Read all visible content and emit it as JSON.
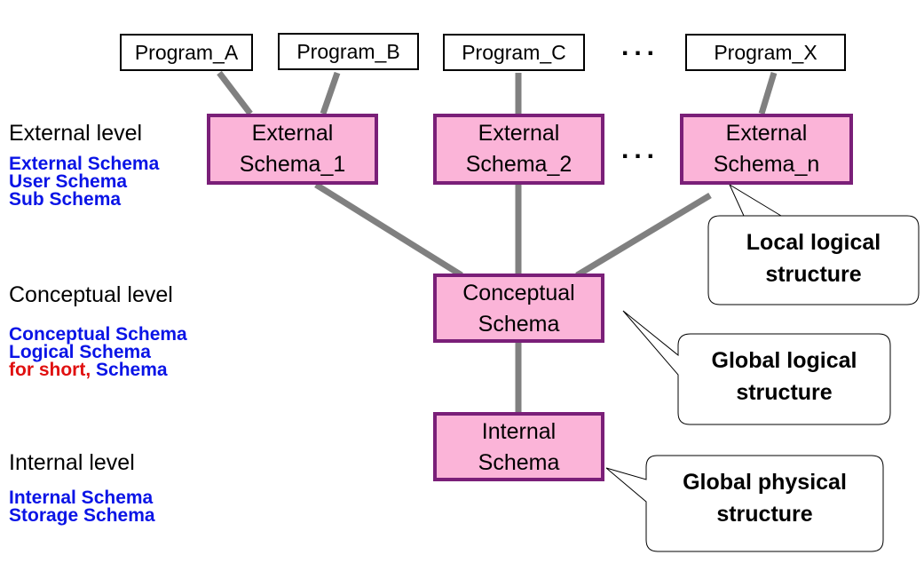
{
  "levels": {
    "external": {
      "label": "External level",
      "synonyms": [
        "External Schema",
        "User Schema",
        "Sub Schema"
      ]
    },
    "conceptual": {
      "label": "Conceptual level",
      "synonyms": [
        "Conceptual Schema",
        "Logical Schema"
      ],
      "short_prefix": "for short,",
      "short_name": "Schema"
    },
    "internal": {
      "label": "Internal level",
      "synonyms": [
        "Internal Schema",
        "Storage Schema"
      ]
    }
  },
  "programs": [
    "Program_A",
    "Program_B",
    "Program_C",
    "Program_X"
  ],
  "ellipsis": "...",
  "schemas": {
    "external_1": [
      "External",
      "Schema_1"
    ],
    "external_2": [
      "External",
      "Schema_2"
    ],
    "external_n": [
      "External",
      "Schema_n"
    ],
    "conceptual": [
      "Conceptual",
      "Schema"
    ],
    "internal": [
      "Internal",
      "Schema"
    ]
  },
  "callouts": {
    "local_logical": [
      "Local logical",
      "structure"
    ],
    "global_logical": [
      "Global logical",
      "structure"
    ],
    "global_physical": [
      "Global physical",
      "structure"
    ]
  },
  "colors": {
    "schema_fill": "#fbb4d8",
    "schema_border": "#7a1f78",
    "connector": "#808080",
    "synonym_text": "#0a14e6",
    "highlight_text": "#e01010"
  }
}
